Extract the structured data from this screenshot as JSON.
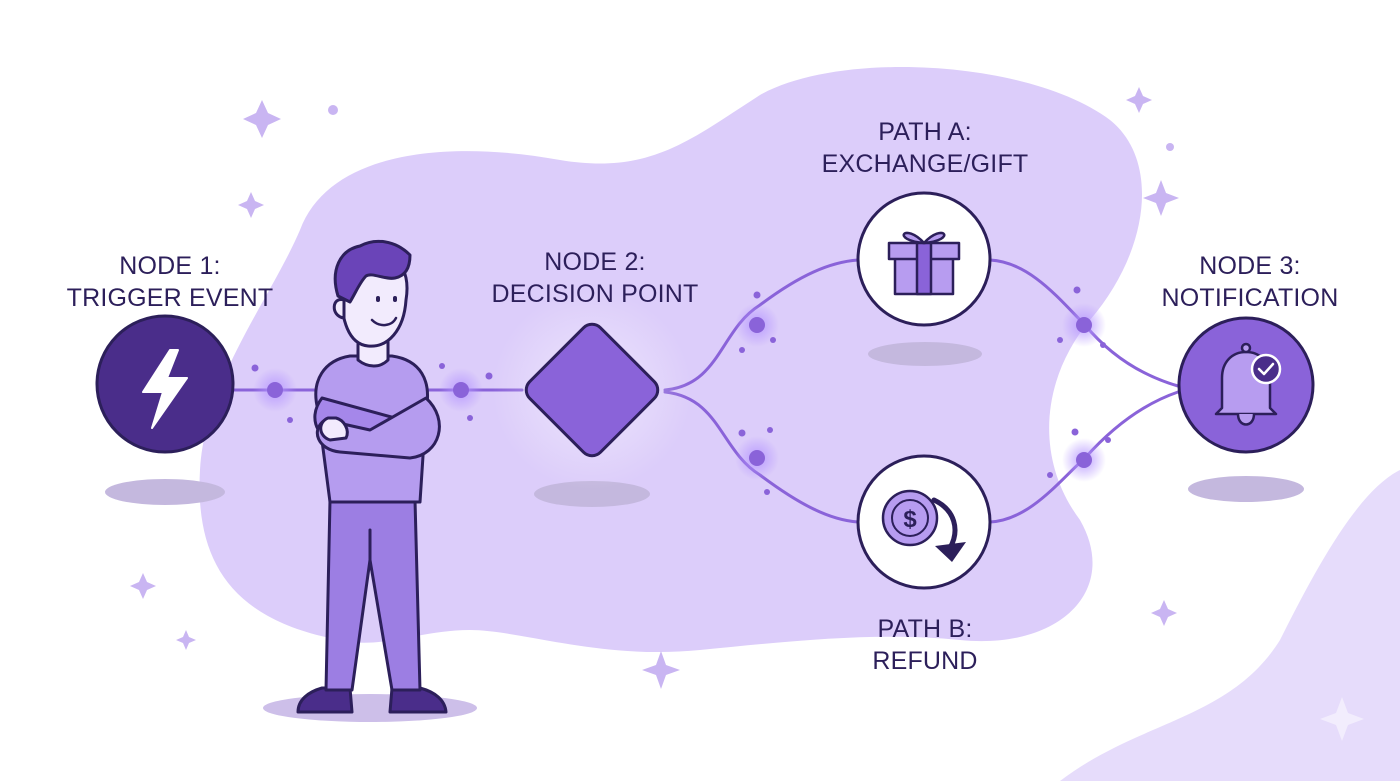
{
  "labels": {
    "node1": {
      "line1": "NODE 1:",
      "line2": "TRIGGER EVENT"
    },
    "node2": {
      "line1": "NODE 2:",
      "line2": "DECISION POINT"
    },
    "path_a": {
      "line1": "PATH A:",
      "line2": "EXCHANGE/GIFT"
    },
    "path_b": {
      "line1": "PATH B:",
      "line2": "REFUND"
    },
    "node3": {
      "line1": "NODE 3:",
      "line2": "NOTIFICATION"
    }
  },
  "icons": {
    "node1": "lightning-icon",
    "node2": "diamond-icon",
    "path_a": "gift-icon",
    "path_b": "dollar-refund-icon",
    "node3": "bell-check-icon"
  },
  "colors": {
    "blob": "#dccdfa",
    "dark_purple": "#4a2d8a",
    "mid_purple": "#8a63d9",
    "light_purple": "#c9b5f2",
    "outline": "#2c1f5a",
    "shadow": "#bfb3d9"
  }
}
